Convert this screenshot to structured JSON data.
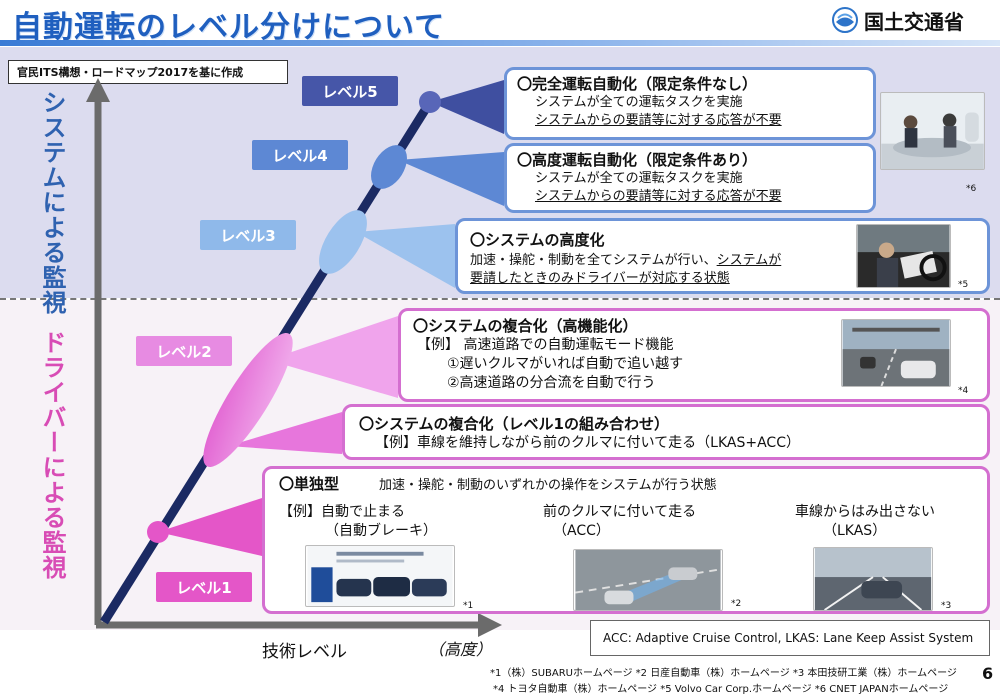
{
  "header": {
    "title": "自動運転のレベル分けについて",
    "logo_text": "国土交通省"
  },
  "source_note": "官民ITS構想・ロードマップ2017を基に作成",
  "side_labels": {
    "system": "システムによる監視",
    "driver": "ドライバーによる監視"
  },
  "levels": {
    "l5": "レベル5",
    "l4": "レベル4",
    "l3": "レベル3",
    "l2": "レベル2",
    "l1": "レベル1"
  },
  "box5": {
    "heading": "〇完全運転自動化（限定条件なし）",
    "line1": "システムが全ての運転タスクを実施",
    "line2": "システムからの要請等に対する応答が不要"
  },
  "box4": {
    "heading": "〇高度運転自動化（限定条件あり）",
    "line1": "システムが全ての運転タスクを実施",
    "line2": "システムからの要請等に対する応答が不要",
    "note": "*6"
  },
  "box3": {
    "heading": "〇システムの高度化",
    "line1a": "加速・操舵・制動を全てシステムが行い、",
    "line1b": "システムが",
    "line2": "要請したときのみドライバーが対応する状態",
    "note": "*5"
  },
  "box2": {
    "heading": "〇システムの複合化（高機能化）",
    "line1": "【例】 高速道路での自動運転モード機能",
    "line2": "①遅いクルマがいれば自動で追い越す",
    "line3": "②高速道路の分合流を自動で行う",
    "note": "*4"
  },
  "box_combo": {
    "heading": "〇システムの複合化（レベル1の組み合わせ）",
    "line1": "【例】車線を維持しながら前のクルマに付いて走る（LKAS+ACC）"
  },
  "box1": {
    "heading": "〇単独型",
    "desc": "加速・操舵・制動のいずれかの操作をシステムが行う状態",
    "ex1_line1": "【例】自動で止まる",
    "ex1_line2": "（自動ブレーキ）",
    "ex2_line1": "前のクルマに付いて走る",
    "ex2_line2": "（ACC）",
    "ex3_line1": "車線からはみ出さない",
    "ex3_line2": "（LKAS）",
    "note1": "*1",
    "note2": "*2",
    "note3": "*3"
  },
  "acc_definition": "ACC: Adaptive Cruise Control,  LKAS: Lane Keep Assist System",
  "axis": {
    "x_label": "技術レベル",
    "x_label_high": "（高度）"
  },
  "footnotes": {
    "line1": "*1（株）SUBARUホームページ  *2 日産自動車（株）ホームページ  *3 本田技研工業（株）ホームページ",
    "line2": "*4 トヨタ自動車（株）ホームページ  *5 Volvo Car Corp.ホームページ  *6 CNET JAPANホームページ"
  },
  "page_number": "6",
  "colors": {
    "title": "#1f5fbf",
    "system_band": "#dcdcef",
    "driver_band": "#f7f2f7",
    "box_blue": "#6d94d8",
    "box_pink": "#d46fd0"
  }
}
